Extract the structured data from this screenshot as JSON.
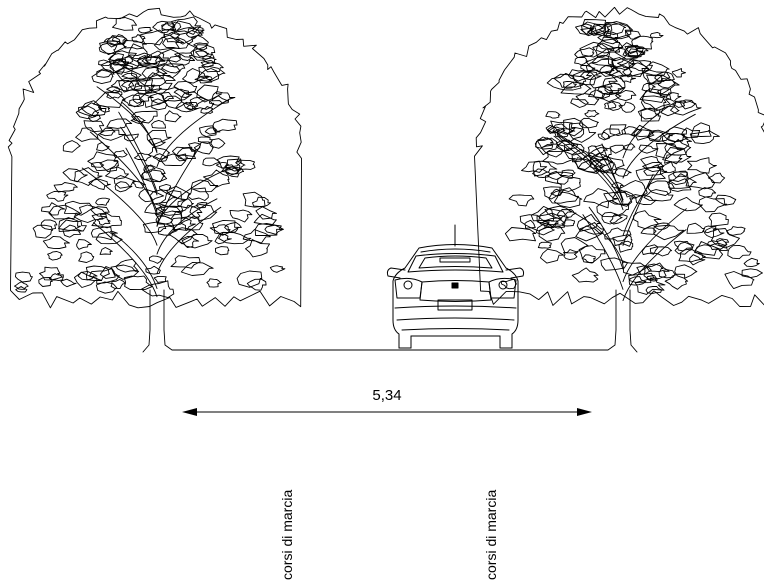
{
  "dimension": {
    "label": "5,34"
  },
  "lanes": [
    {
      "label": "corsi di marcia"
    },
    {
      "label": "corsi di marcia"
    }
  ],
  "colors": {
    "line": "#000000",
    "background": "#ffffff"
  }
}
